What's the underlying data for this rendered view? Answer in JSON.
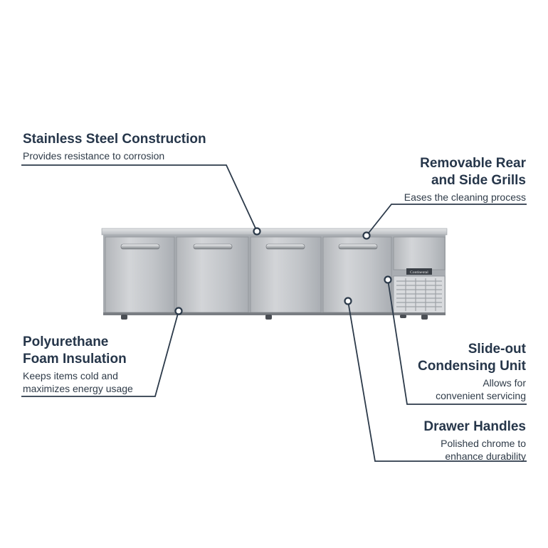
{
  "features": {
    "stainless": {
      "title": "Stainless Steel Construction",
      "desc": "Provides resistance to corrosion"
    },
    "grills": {
      "title_line1": "Removable Rear",
      "title_line2": "and Side Grills",
      "desc": "Eases the cleaning process"
    },
    "insulation": {
      "title_line1": "Polyurethane",
      "title_line2": "Foam Insulation",
      "desc_line1": "Keeps items cold and",
      "desc_line2": "maximizes energy usage"
    },
    "condensing": {
      "title_line1": "Slide-out",
      "title_line2": "Condensing Unit",
      "desc_line1": "Allows for",
      "desc_line2": "convenient servicing"
    },
    "handles": {
      "title": "Drawer Handles",
      "desc_line1": "Polished chrome to",
      "desc_line2": "enhance durability"
    }
  },
  "product": {
    "brand_plate": "Continental",
    "door_count": 4
  },
  "colors": {
    "ink": "#26364a",
    "steel": "#c4c7cb",
    "steel_dark": "#8f9399"
  }
}
